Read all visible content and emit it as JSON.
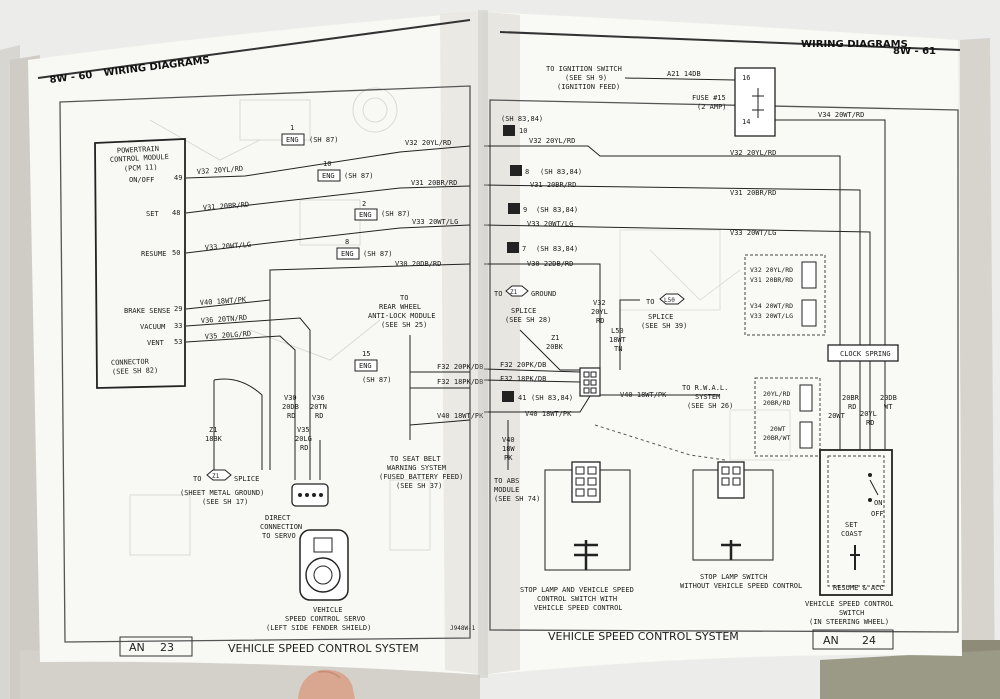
{
  "left_page": {
    "header": {
      "page": "8W - 60",
      "section": "WIRING DIAGRAMS"
    },
    "pcm": {
      "title1": "POWERTRAIN",
      "title2": "CONTROL MODULE",
      "title3": "(PCM 11)"
    },
    "pcm_pins": [
      {
        "label": "ON/OFF",
        "pin": "49",
        "wire": "V32 20YL/RD"
      },
      {
        "label": "SET",
        "pin": "48",
        "wire": "V31 20BR/RD"
      },
      {
        "label": "RESUME",
        "pin": "50",
        "wire": "V33 20WT/LG"
      },
      {
        "label": "BRAKE SENSE",
        "pin": "29",
        "wire": "V40 18WT/PK"
      },
      {
        "label": "VACUUM",
        "pin": "33",
        "wire": "V36 20TN/RD"
      },
      {
        "label": "VENT",
        "pin": "53",
        "wire": "V35 20LG/RD"
      }
    ],
    "pcm_connector": {
      "line1": "CONNECTOR",
      "line2": "(SEE SH 82)"
    },
    "eng_refs": [
      {
        "num": "1",
        "label": "ENG",
        "ref": "(SH 87)"
      },
      {
        "num": "10",
        "label": "ENG",
        "ref": "(SH 87)"
      },
      {
        "num": "2",
        "label": "ENG",
        "ref": "(SH 87)"
      },
      {
        "num": "8",
        "label": "ENG",
        "ref": "(SH 87)"
      },
      {
        "num": "15",
        "label": "ENG",
        "ref": "(SH 87)"
      }
    ],
    "right_wires": [
      "V32 20YL/RD",
      "V31 20BR/RD",
      "V33 20WT/LG",
      "V30 20DB/RD"
    ],
    "rear_wheel": {
      "l1": "TO",
      "l2": "REAR WHEEL",
      "l3": "ANTI-LOCK MODULE",
      "l4": "(SEE SH 25)"
    },
    "f_wires": [
      "F32 20PK/DB",
      "F32 18PK/DB",
      "V40 18WT/PK"
    ],
    "vert_wires": {
      "v30": [
        "V30",
        "20DB",
        "RD"
      ],
      "v36": [
        "V36",
        "20TN",
        "RD"
      ],
      "v35": [
        "V35",
        "20LG",
        "RD"
      ]
    },
    "z1": {
      "name": "Z1",
      "gauge": "18BK"
    },
    "splice": {
      "to": "TO",
      "num": "Z1",
      "label": "SPLICE",
      "ground": "(SHEET METAL GROUND)",
      "ref": "(SEE SH 17)"
    },
    "direct": {
      "l1": "DIRECT",
      "l2": "CONNECTION",
      "l3": "TO SERVO"
    },
    "servo": {
      "l1": "VEHICLE",
      "l2": "SPEED CONTROL SERVO",
      "l3": "(LEFT SIDE FENDER SHIELD)"
    },
    "seat_belt": {
      "l1": "TO SEAT BELT",
      "l2": "WARNING SYSTEM",
      "l3": "(FUSED BATTERY FEED)",
      "l4": "(SEE SH 37)"
    },
    "footer": {
      "an": "AN",
      "num": "23",
      "title": "VEHICLE SPEED CONTROL SYSTEM",
      "code": "J948W-1"
    }
  },
  "right_page": {
    "header": {
      "section": "WIRING DIAGRAMS",
      "page": "8W - 61"
    },
    "ignition": {
      "l1": "TO IGNITION SWITCH",
      "l2": "(SEE SH 9)",
      "l3": "(IGNITION FEED)",
      "wire": "A21 14DB"
    },
    "fuse": {
      "l1": "FUSE #15",
      "l2": "(2 AMP)",
      "p16": "16",
      "p14": "14"
    },
    "fuse_out": "V34 20WT/RD",
    "sh_refs": [
      {
        "num": "10",
        "ref": "(SH 83,84)"
      },
      {
        "num": "8",
        "ref": "(SH 83,84)"
      },
      {
        "num": "9",
        "ref": "(SH 83,84)"
      },
      {
        "num": "7",
        "ref": "(SH 83,84)"
      },
      {
        "num": "41",
        "ref": "(SH 83,84)"
      }
    ],
    "wires": [
      "V32 20YL/RD",
      "V31 20BR/RD",
      "V33 20WT/LG",
      "V30 22DB/RD"
    ],
    "long_wires": [
      "V32 20YL/RD",
      "V31 20BR/RD",
      "V33 20WT/LG"
    ],
    "splice1": {
      "to": "TO",
      "num": "Z1",
      "label": "GROUND",
      "name": "SPLICE",
      "ref": "(SEE SH 28)"
    },
    "splice2": {
      "to": "TO",
      "num": "L50",
      "name": "SPLICE",
      "ref": "(SEE SH 39)"
    },
    "vert": {
      "v32": [
        "V32",
        "20YL",
        "RD"
      ],
      "l50": [
        "L50",
        "18WT",
        "TN"
      ],
      "z1": [
        "Z1",
        "20BK"
      ]
    },
    "f_wires": [
      "F32 20PK/DB",
      "F32 18PK/DB",
      "V40 18WT/PK",
      "V40 18WT/PK"
    ],
    "rwal": {
      "l1": "TO R.W.A.L.",
      "l2": "SYSTEM",
      "l3": "(SEE SH 26)"
    },
    "v40": [
      "V40",
      "18W",
      "PK"
    ],
    "abs": {
      "l1": "TO ABS",
      "l2": "MODULE",
      "l3": "(SEE SH 74)"
    },
    "stop_lamp_1": {
      "l1": "STOP LAMP AND VEHICLE SPEED",
      "l2": "CONTROL SWITCH WITH",
      "l3": "VEHICLE SPEED CONTROL"
    },
    "stop_lamp_2": {
      "l1": "STOP LAMP SWITCH",
      "l2": "WITHOUT VEHICLE SPEED CONTROL"
    },
    "conn_top": [
      "V32 20YL/RD",
      "V31 20BR/RD",
      "V34 20WT/RD",
      "V33 20WT/LG"
    ],
    "conn_bot": [
      "20YL/RD",
      "20BR/RD",
      "20WT",
      "20BR/WT"
    ],
    "clock_spring": "CLOCK SPRING",
    "wheel_wires": [
      "20WT",
      "20BR",
      "RD",
      "20YL",
      "RD",
      "20DB",
      "WT"
    ],
    "switch": {
      "on": "ON",
      "off": "OFF",
      "set": "SET",
      "coast": "COAST",
      "resume": "RESUME & ACC"
    },
    "switch_caption": {
      "l1": "VEHICLE SPEED CONTROL",
      "l2": "SWITCH",
      "l3": "(IN STEERING WHEEL)"
    },
    "footer": {
      "title": "VEHICLE SPEED CONTROL SYSTEM",
      "an": "AN",
      "num": "24"
    }
  }
}
